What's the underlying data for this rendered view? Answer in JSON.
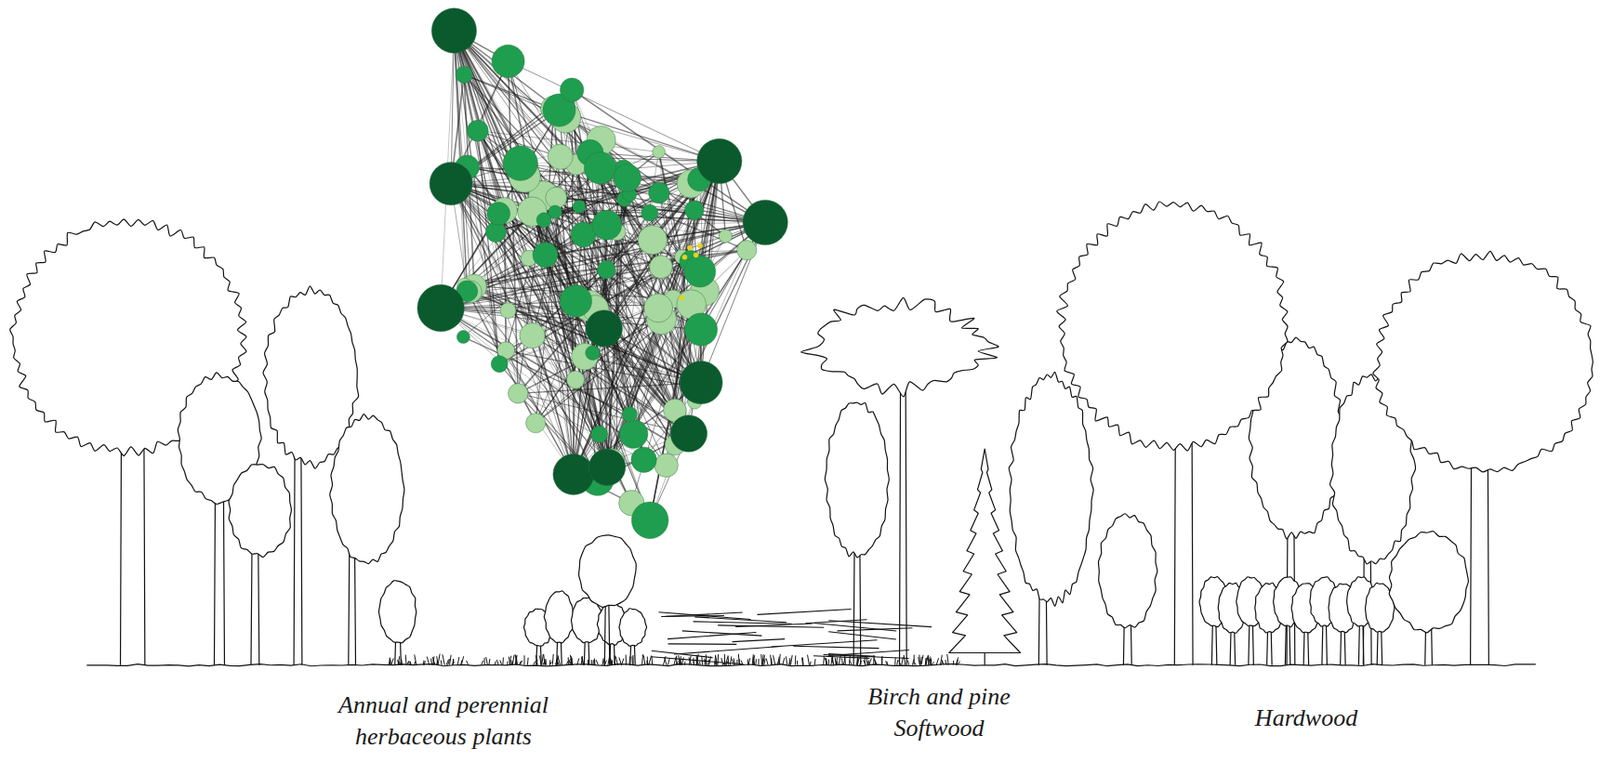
{
  "diagram": {
    "labels": [
      "Annual and perennial herbaceous plants",
      "Birch and pine Softwood",
      "Hardwood"
    ]
  }
}
